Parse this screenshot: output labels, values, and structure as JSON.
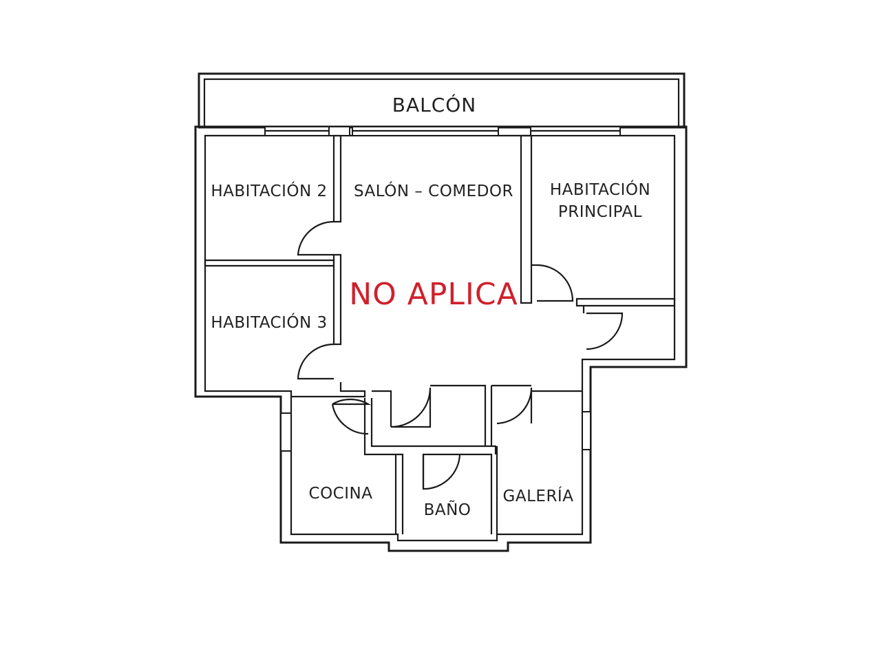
{
  "rooms": {
    "balcon": "BALCÓN",
    "habitacion_2": "HABITACIÓN 2",
    "salon_comedor": "SALÓN – COMEDOR",
    "habitacion_principal_line1": "HABITACIÓN",
    "habitacion_principal_line2": "PRINCIPAL",
    "habitacion_3": "HABITACIÓN 3",
    "cocina": "COCINA",
    "bano": "BAÑO",
    "galeria": "GALERÍA"
  },
  "stamp": {
    "text": "NO APLICA",
    "color": "#d0202a"
  },
  "colors": {
    "walls": "#1a1a1a",
    "background": "#ffffff"
  }
}
